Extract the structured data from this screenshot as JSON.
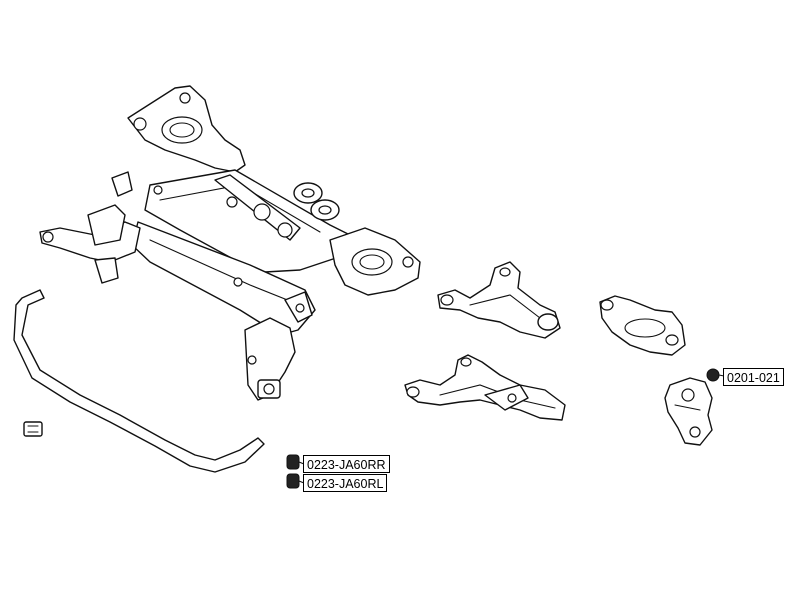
{
  "diagram": {
    "callouts": {
      "stabilizer_link_rr": "0223-JA60RR",
      "stabilizer_link_rl": "0223-JA60RL",
      "ball_joint": "0201-021"
    }
  }
}
